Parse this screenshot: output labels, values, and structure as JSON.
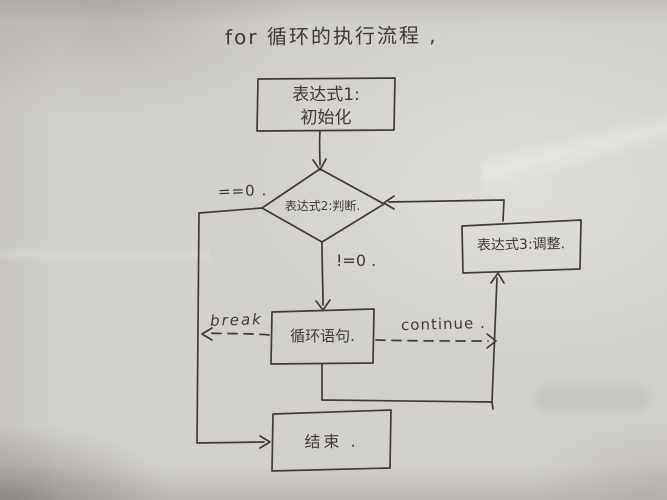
{
  "title": "for 循环的执行流程 ,",
  "nodes": {
    "expr1": {
      "line1": "表达式1:",
      "line2": "初始化"
    },
    "cond": {
      "label": "表达式2:判断."
    },
    "adjust": {
      "label": "表达式3:调整."
    },
    "body": {
      "label": "循环语句."
    },
    "end": {
      "label": "结束 ."
    }
  },
  "edge_labels": {
    "cond_false": "==0 .",
    "cond_true": "!=0 .",
    "break": "break",
    "continue": "continue ."
  },
  "colors": {
    "ink": "#3f3b37",
    "paper": "#d2d0cb"
  }
}
